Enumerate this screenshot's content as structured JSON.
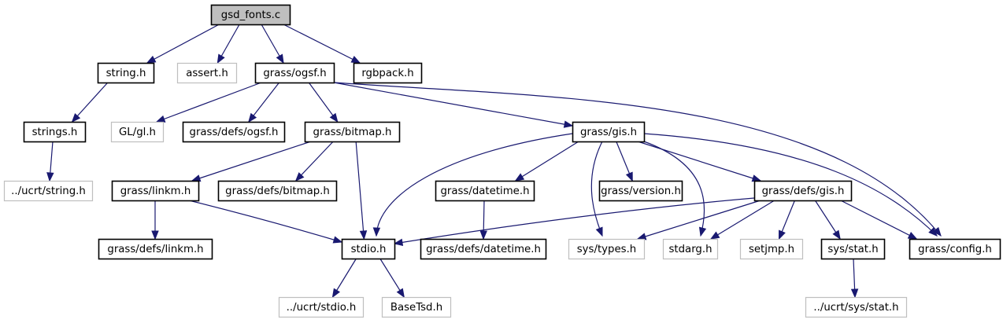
{
  "graph": {
    "title": "gsd_fonts.c include dependency graph",
    "colors": {
      "edge": "#191970",
      "root_fill": "#bfbfbf",
      "node_border": "#000000",
      "external_border": "#bfbfbf",
      "node_fill": "#ffffff"
    },
    "nodes": [
      {
        "id": "gsd_fonts_c",
        "label": "gsd_fonts.c",
        "kind": "root"
      },
      {
        "id": "string_h",
        "label": "string.h",
        "kind": "documented"
      },
      {
        "id": "assert_h",
        "label": "assert.h",
        "kind": "external"
      },
      {
        "id": "grass_ogsf_h",
        "label": "grass/ogsf.h",
        "kind": "documented"
      },
      {
        "id": "rgbpack_h",
        "label": "rgbpack.h",
        "kind": "documented"
      },
      {
        "id": "strings_h",
        "label": "strings.h",
        "kind": "documented"
      },
      {
        "id": "gl_gl_h",
        "label": "GL/gl.h",
        "kind": "external"
      },
      {
        "id": "grass_defs_ogsf_h",
        "label": "grass/defs/ogsf.h",
        "kind": "documented"
      },
      {
        "id": "grass_bitmap_h",
        "label": "grass/bitmap.h",
        "kind": "documented"
      },
      {
        "id": "grass_gis_h",
        "label": "grass/gis.h",
        "kind": "documented"
      },
      {
        "id": "ucrt_string_h",
        "label": "../ucrt/string.h",
        "kind": "external"
      },
      {
        "id": "grass_linkm_h",
        "label": "grass/linkm.h",
        "kind": "documented"
      },
      {
        "id": "grass_defs_bitmap_h",
        "label": "grass/defs/bitmap.h",
        "kind": "documented"
      },
      {
        "id": "grass_datetime_h",
        "label": "grass/datetime.h",
        "kind": "documented"
      },
      {
        "id": "grass_version_h",
        "label": "grass/version.h",
        "kind": "documented"
      },
      {
        "id": "grass_defs_gis_h",
        "label": "grass/defs/gis.h",
        "kind": "documented"
      },
      {
        "id": "grass_defs_linkm_h",
        "label": "grass/defs/linkm.h",
        "kind": "documented"
      },
      {
        "id": "stdio_h",
        "label": "stdio.h",
        "kind": "documented"
      },
      {
        "id": "grass_defs_datetime_h",
        "label": "grass/defs/datetime.h",
        "kind": "documented"
      },
      {
        "id": "sys_types_h",
        "label": "sys/types.h",
        "kind": "external"
      },
      {
        "id": "stdarg_h",
        "label": "stdarg.h",
        "kind": "external"
      },
      {
        "id": "setjmp_h",
        "label": "setjmp.h",
        "kind": "external"
      },
      {
        "id": "sys_stat_h",
        "label": "sys/stat.h",
        "kind": "documented"
      },
      {
        "id": "grass_config_h",
        "label": "grass/config.h",
        "kind": "documented"
      },
      {
        "id": "ucrt_stdio_h",
        "label": "../ucrt/stdio.h",
        "kind": "external"
      },
      {
        "id": "basetsd_h",
        "label": "BaseTsd.h",
        "kind": "external"
      },
      {
        "id": "ucrt_sys_stat_h",
        "label": "../ucrt/sys/stat.h",
        "kind": "external"
      }
    ],
    "edges": [
      {
        "from": "gsd_fonts_c",
        "to": "string_h"
      },
      {
        "from": "gsd_fonts_c",
        "to": "assert_h"
      },
      {
        "from": "gsd_fonts_c",
        "to": "grass_ogsf_h"
      },
      {
        "from": "gsd_fonts_c",
        "to": "rgbpack_h"
      },
      {
        "from": "string_h",
        "to": "strings_h"
      },
      {
        "from": "strings_h",
        "to": "ucrt_string_h"
      },
      {
        "from": "grass_ogsf_h",
        "to": "gl_gl_h"
      },
      {
        "from": "grass_ogsf_h",
        "to": "grass_defs_ogsf_h"
      },
      {
        "from": "grass_ogsf_h",
        "to": "grass_bitmap_h"
      },
      {
        "from": "grass_ogsf_h",
        "to": "grass_gis_h"
      },
      {
        "from": "grass_ogsf_h",
        "to": "grass_config_h"
      },
      {
        "from": "grass_bitmap_h",
        "to": "grass_linkm_h"
      },
      {
        "from": "grass_bitmap_h",
        "to": "grass_defs_bitmap_h"
      },
      {
        "from": "grass_bitmap_h",
        "to": "stdio_h"
      },
      {
        "from": "grass_linkm_h",
        "to": "grass_defs_linkm_h"
      },
      {
        "from": "grass_linkm_h",
        "to": "stdio_h"
      },
      {
        "from": "grass_gis_h",
        "to": "stdio_h"
      },
      {
        "from": "grass_gis_h",
        "to": "grass_datetime_h"
      },
      {
        "from": "grass_gis_h",
        "to": "sys_types_h"
      },
      {
        "from": "grass_gis_h",
        "to": "grass_version_h"
      },
      {
        "from": "grass_gis_h",
        "to": "stdarg_h"
      },
      {
        "from": "grass_gis_h",
        "to": "grass_defs_gis_h"
      },
      {
        "from": "grass_gis_h",
        "to": "grass_config_h"
      },
      {
        "from": "grass_datetime_h",
        "to": "grass_defs_datetime_h"
      },
      {
        "from": "grass_defs_gis_h",
        "to": "stdio_h"
      },
      {
        "from": "grass_defs_gis_h",
        "to": "sys_types_h"
      },
      {
        "from": "grass_defs_gis_h",
        "to": "stdarg_h"
      },
      {
        "from": "grass_defs_gis_h",
        "to": "setjmp_h"
      },
      {
        "from": "grass_defs_gis_h",
        "to": "sys_stat_h"
      },
      {
        "from": "grass_defs_gis_h",
        "to": "grass_config_h"
      },
      {
        "from": "stdio_h",
        "to": "ucrt_stdio_h"
      },
      {
        "from": "stdio_h",
        "to": "basetsd_h"
      },
      {
        "from": "sys_stat_h",
        "to": "ucrt_sys_stat_h"
      }
    ]
  }
}
